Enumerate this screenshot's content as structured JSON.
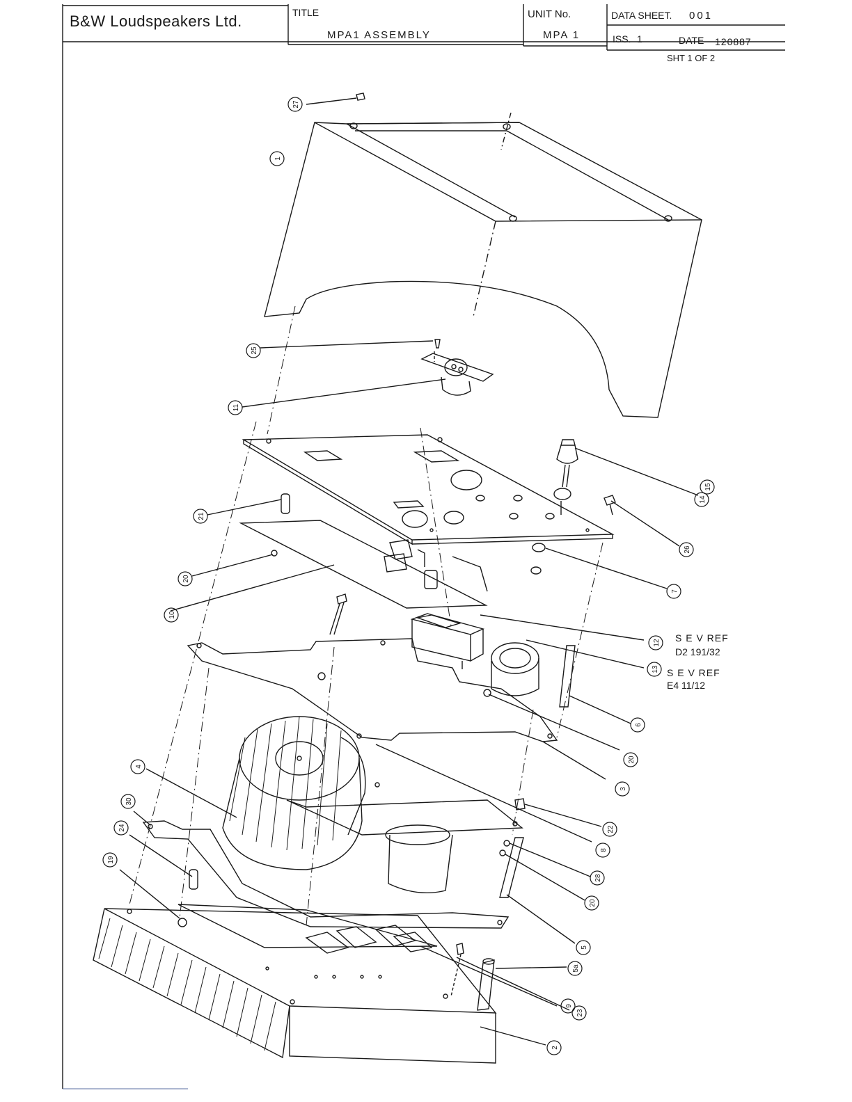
{
  "title_block": {
    "company": "B&W Loudspeakers Ltd.",
    "title_label": "TITLE",
    "title_value": "MPA1  ASSEMBLY",
    "unit_label": "UNIT No.",
    "unit_value": "MPA 1",
    "data_sheet_label": "DATA SHEET.",
    "data_sheet_value": "001",
    "iss_label": "ISS.",
    "iss_value": "1",
    "date_label": "DATE",
    "date_value": "120887",
    "sheet": "SHT 1 OF 2"
  },
  "callouts": [
    "27",
    "1",
    "25",
    "11",
    "14",
    "15",
    "21",
    "26",
    "7",
    "20",
    "10",
    "12",
    "13",
    "6",
    "20",
    "3",
    "4",
    "30",
    "24",
    "19",
    "22",
    "8",
    "28",
    "20",
    "5",
    "5a",
    "9",
    "23",
    "2"
  ],
  "sev_refs": [
    {
      "label": "S E V  REF",
      "code": "D2  191/32"
    },
    {
      "label": "S E V  REF",
      "code": "E4   11/12"
    }
  ],
  "colors": {
    "ink": "#1a1a1a",
    "paper": "#ffffff"
  }
}
